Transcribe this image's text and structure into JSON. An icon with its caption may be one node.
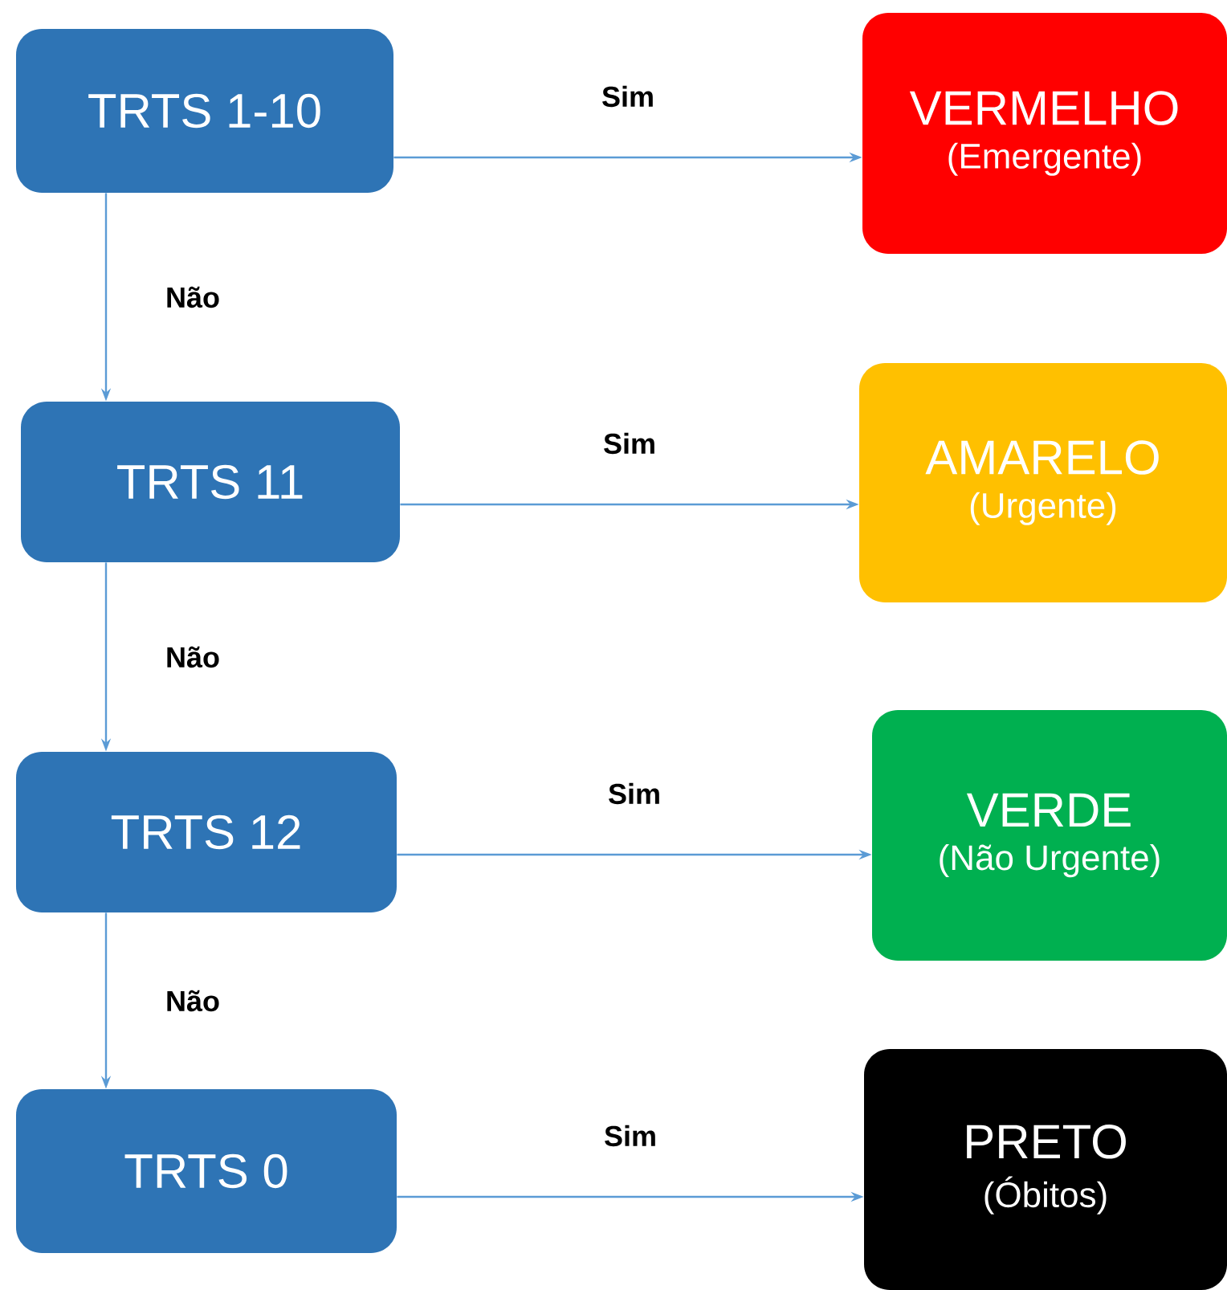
{
  "diagram": {
    "nodes": [
      {
        "text": [
          "TRTS 1-10"
        ]
      },
      {
        "text": [
          "VERMELHO",
          "(Emergente)"
        ]
      },
      {
        "text": [
          "TRTS 11"
        ]
      },
      {
        "text": [
          "AMARELO",
          "(Urgente)"
        ]
      },
      {
        "text": [
          "TRTS 12"
        ]
      },
      {
        "text": [
          "VERDE",
          "(Não Urgente)"
        ]
      },
      {
        "text": [
          "TRTS 0"
        ]
      },
      {
        "text": [
          "PRETO",
          "(Óbitos)"
        ]
      }
    ],
    "edges": [
      {
        "from": 0,
        "to": 1,
        "arrow": "to",
        "label": "Sim"
      },
      {
        "from": 0,
        "to": 2,
        "arrow": "to",
        "label": "Não"
      },
      {
        "from": 2,
        "to": 3,
        "arrow": "to",
        "label": "Sim"
      },
      {
        "from": 2,
        "to": 4,
        "arrow": "to",
        "label": "Não"
      },
      {
        "from": 4,
        "to": 5,
        "arrow": "to",
        "label": "Sim"
      },
      {
        "from": 4,
        "to": 6,
        "arrow": "to",
        "label": "Não"
      },
      {
        "from": 6,
        "to": 7,
        "arrow": "to",
        "label": "Sim"
      }
    ]
  }
}
